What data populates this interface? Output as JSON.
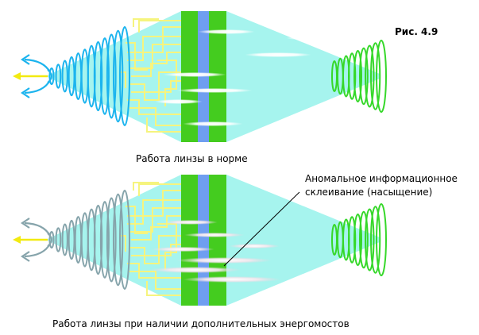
{
  "figure_number": "Рис. 4.9",
  "top_caption": "Работа линзы в норме",
  "bottom_caption": "Работа линзы при наличии дополнительных энергомостов",
  "annotation_line1": "Аномальное информационное",
  "annotation_line2": "склеивание (насыщение)",
  "colors": {
    "lens_fill": "#a6f4ee",
    "green_band": "#44cc1f",
    "blue_band": "#6f9ef0",
    "spiral_normal": "#1cb4ee",
    "spiral_grey": "#86a4ab",
    "right_spiral": "#36d82a",
    "yellow_wires": "#f6f47e",
    "emission_arrow": "#f2ea10"
  }
}
